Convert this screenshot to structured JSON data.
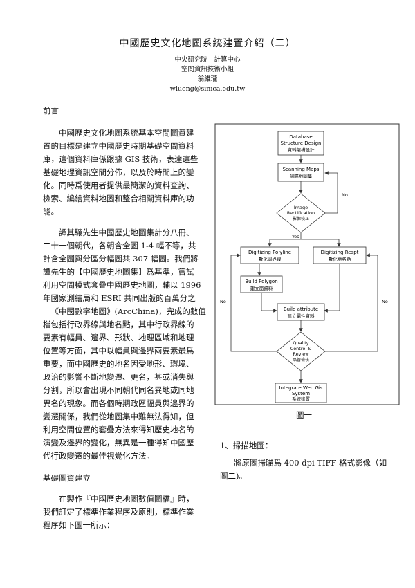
{
  "header": {
    "title": "中國歷史文化地圖系統建置介紹（二）",
    "affiliations": [
      "中央研究院　計算中心",
      "空間資訊技術小組",
      "翁維瓏",
      "wlueng@sinica.edu.tw"
    ]
  },
  "sections": {
    "preface_heading": "前言",
    "preface_lines": [
      "中國歷史文化地圖系統基本空間圖資建",
      "置的目標是建立中國歷史時期基礎空間資料",
      "庫，這個資料庫係跟據 GIS 技術，表達這些",
      "基礎地理資訊空間分佈，以及於時間上的變",
      "化。同時爲使用者提供最簡潔的資料查詢、",
      "檢索、編繪資料地圖和整合相關資料庫的功",
      "能。"
    ],
    "tan_lines": [
      "譚其驤先生中國歷史地圖集計分八冊、",
      "二十一個朝代，各朝含全圖 1-4 幅不等，共",
      "計含全圖與分區分幅圖共 307 幅圖。我們將",
      "譚先生的【中國歷史地圖集】爲基準，嘗試",
      "利用空間模式套疊中國歷史地圖，輔以 1996",
      "年國家測繪局和 ESRI 共同出版的百萬分之",
      "一《中國數字地圖》(ArcChina)，完成的數值",
      "檔包括行政界線與地名點，其中行政界線的",
      "要素有幅員、邊界、形狀、地理區域和地理",
      "位置等方面，其中以幅員與邊界兩要素最爲",
      "重要，而中國歷史的地名因受地形、環境、",
      "政治的影響不斷地變遷、更名，甚或消失與",
      "分割，所以會出現不同朝代同名異地或同地",
      "異名的現象。而各個時期政區幅員與邊界的",
      "變遷關係，我們從地圖集中難無法得知，但",
      "利用空間位置的套疊方法來得知歷史地名的",
      "演變及邊界的變化，無異是一種得知中國歷",
      "代行政變遷的最佳視覺化方法。"
    ],
    "basic_heading": "基礎圖資建立",
    "basic_lines": [
      "在製作『中國歷史地圖數值圖檔』時，",
      "我們訂定了標準作業程序及原則，標準作業",
      "程序如下圖一所示："
    ],
    "right_item_heading": "1、掃描地圖：",
    "right_item_lines": [
      "將原圖掃瞄爲 400 dpi TIFF 格式影像（如",
      "圖二)。"
    ]
  },
  "figure": {
    "caption": "圖一",
    "nodes": {
      "db_design_en": "Database Structure Design",
      "db_design_en1": "Database",
      "db_design_en2": "Structure Design",
      "db_design_zh": "資料架構設計",
      "scan_en": "Scanning Maps",
      "scan_zh": "掃瞄地圖集",
      "rect_en1": "Image",
      "rect_en2": "Rectification",
      "rect_zh": "影像校正",
      "polyline_en": "Digitizing Polyline",
      "polyline_zh": "數化圖界線",
      "respt_en": "Digitizing Respt",
      "respt_zh": "數化地名點",
      "polygon_en": "Build Polygon",
      "polygon_zh": "建立面資料",
      "attr_en": "Build attribute",
      "attr_zh": "建立屬性資料",
      "qc_en1": "Quality",
      "qc_en2": "Control &",
      "qc_en3": "Review",
      "qc_zh": "品管檢核",
      "web_en1": "Integrate Web Gis",
      "web_en2": "System",
      "web_zh": "系統建置"
    },
    "labels": {
      "yes": "Yes",
      "no": "No"
    }
  }
}
